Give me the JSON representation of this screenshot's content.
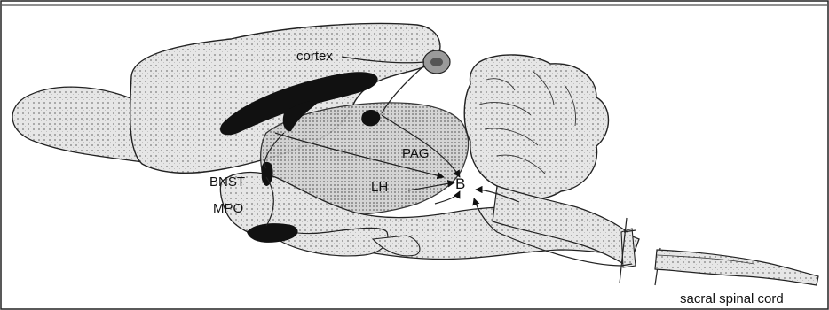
{
  "labels": {
    "cortex": "cortex",
    "pag": "PAG",
    "bnst": "BNST",
    "lh": "LH",
    "mpo": "MPO",
    "b": "B",
    "spinal": "sacral spinal cord"
  },
  "colors": {
    "tissue_fill": "#dcdcdc",
    "tissue_dot": "#a8a8a8",
    "dark_region": "#111111",
    "outline": "#222222",
    "background": "#ffffff"
  }
}
